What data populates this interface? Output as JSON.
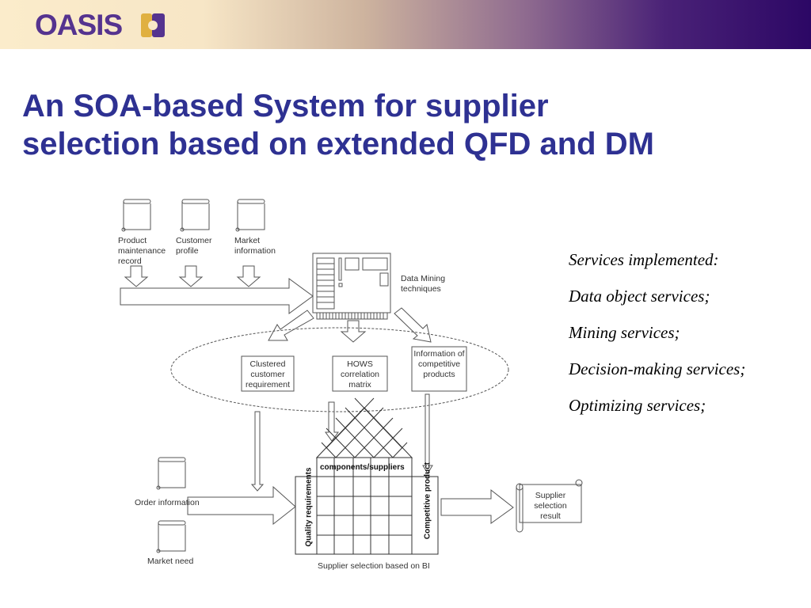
{
  "header": {
    "logo_text": "OASIS"
  },
  "title": {
    "line1": "An SOA-based System for supplier",
    "line2": "selection based on extended QFD and DM"
  },
  "services": [
    "Services implemented:",
    "Data object services;",
    "Mining services;",
    "Decision-making services;",
    "Optimizing services;"
  ],
  "diagram": {
    "inputs": [
      "Product maintenance record",
      "Customer profile",
      "Market information"
    ],
    "data_mining": "Data Mining techniques",
    "boxes": [
      "Clustered customer requirement",
      "HOWS correlation matrix",
      "Information of competitive products"
    ],
    "order_information": "Order information",
    "market_need": "Market need",
    "components_suppliers": "components/suppliers",
    "quality_requirements": "Quality requirements",
    "competitive_product": "Competitive product",
    "caption": "Supplier selection based on BI",
    "result": "Supplier selection result"
  }
}
